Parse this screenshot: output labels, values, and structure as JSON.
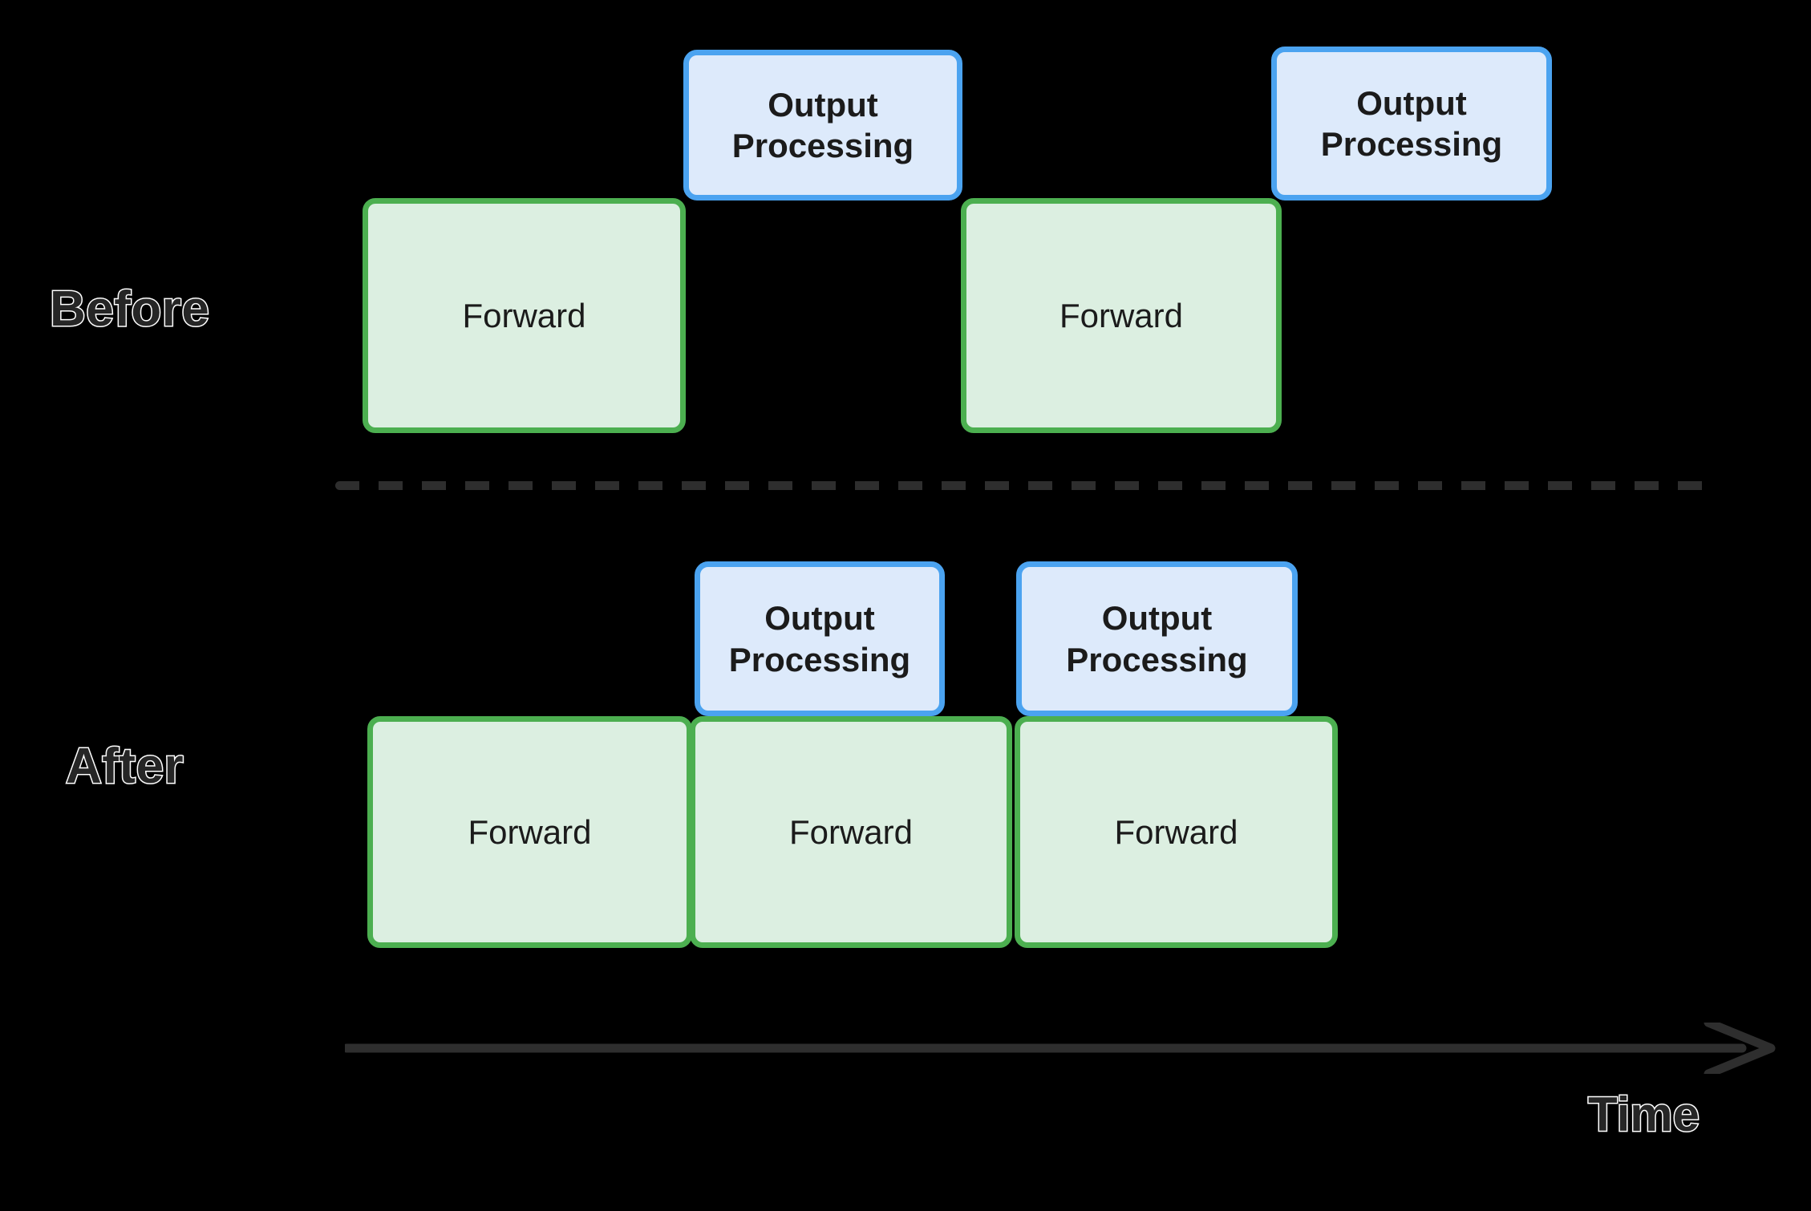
{
  "diagram": {
    "title": "Before / After output-processing overlap timeline",
    "background_color": "#000000",
    "rows": [
      {
        "label": "Before",
        "blocks": [
          {
            "type": "forward",
            "label": "Forward"
          },
          {
            "type": "output",
            "label": "Output\nProcessing"
          },
          {
            "type": "forward",
            "label": "Forward"
          },
          {
            "type": "output",
            "label": "Output\nProcessing"
          }
        ]
      },
      {
        "label": "After",
        "blocks": [
          {
            "type": "forward",
            "label": "Forward"
          },
          {
            "type": "forward",
            "label": "Forward"
          },
          {
            "type": "forward",
            "label": "Forward"
          },
          {
            "type": "output",
            "label": "Output\nProcessing"
          },
          {
            "type": "output",
            "label": "Output\nProcessing"
          }
        ]
      }
    ],
    "axis": {
      "label": "Time",
      "direction": "left-to-right"
    },
    "labels": {
      "before": "Before",
      "after": "After",
      "time": "Time",
      "forward": "Forward",
      "output_line1": "Output",
      "output_line2": "Processing"
    },
    "colors": {
      "forward_fill": "#dcefe1",
      "forward_border": "#4caf50",
      "output_fill": "#ddeafb",
      "output_border": "#4ba3f0",
      "text": "#1b1b1b",
      "label_fill": "#262626",
      "label_stroke": "#ffffff",
      "divider": "#2e2e2e",
      "axis": "#2e2e2e",
      "background": "#000000"
    }
  }
}
